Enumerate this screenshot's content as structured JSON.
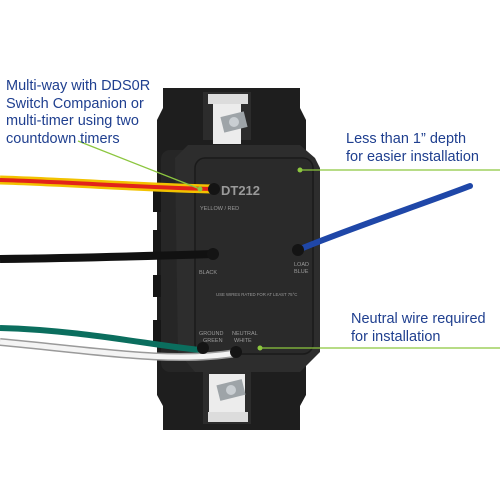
{
  "callouts": {
    "multiway": "Multi-way with DDS0R\nSwitch Companion or\nmulti-timer using two\ncountdown timers",
    "depth": "Less than 1” depth\nfor easier installation",
    "neutral": "Neutral wire required\nfor installation"
  },
  "device": {
    "model": "DT212",
    "terminal_yellow_red": "YELLOW / RED",
    "terminal_black": "BLACK",
    "terminal_load": "LOAD",
    "terminal_load_color": "BLUE",
    "terminal_ground": "GROUND",
    "terminal_ground_color": "GREEN",
    "terminal_neutral": "NEUTRAL",
    "terminal_neutral_color": "WHITE",
    "rating_note": "USE WIRES RATED FOR AT LEAST 75°C"
  },
  "colors": {
    "callout_text": "#1f3f8f",
    "leader_line": "#8cc63f",
    "housing": "#262626",
    "wire_red": "#e2231a",
    "wire_yellow": "#f2c200",
    "wire_black": "#111111",
    "wire_blue": "#1f47a8",
    "wire_green": "#0b6e5e",
    "wire_white": "#f4f4f4"
  }
}
